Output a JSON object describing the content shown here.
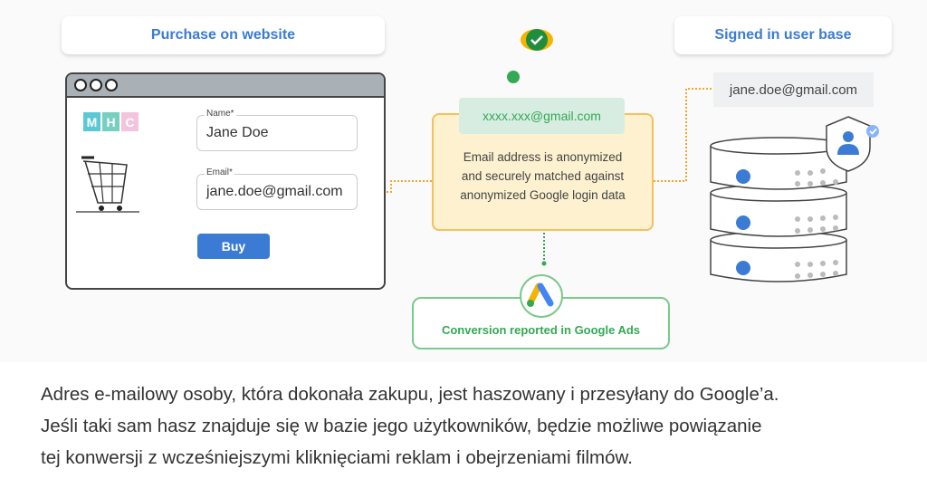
{
  "diagram": {
    "left_title": "Purchase on website",
    "right_title": "Signed in user base",
    "store_logo": [
      "M",
      "H",
      "C"
    ],
    "form": {
      "name_label": "Name*",
      "name_value": "Jane Doe",
      "email_label": "Email*",
      "email_value": "jane.doe@gmail.com",
      "buy_label": "Buy"
    },
    "hashed_email": "xxxx.xxx@gmail.com",
    "match_text": [
      "Email address is anonymized",
      "and securely matched against",
      "anonymized Google login data"
    ],
    "conversion_text": "Conversion reported in Google Ads",
    "user_email": "jane.doe@gmail.com",
    "colors": {
      "blue": "#3b7bd4",
      "green": "#34a853",
      "yellow": "#f4c15c",
      "orange": "#f0a630"
    }
  },
  "caption": [
    "Adres e-mailowy osoby, która dokonała zakupu, jest haszowany i przesyłany do Google’a.",
    "Jeśli taki sam hasz znajduje się w bazie jego użytkowników, będzie możliwe powiązanie",
    "tej konwersji z wcześniejszymi kliknięciami reklam i obejrzeniami filmów."
  ]
}
